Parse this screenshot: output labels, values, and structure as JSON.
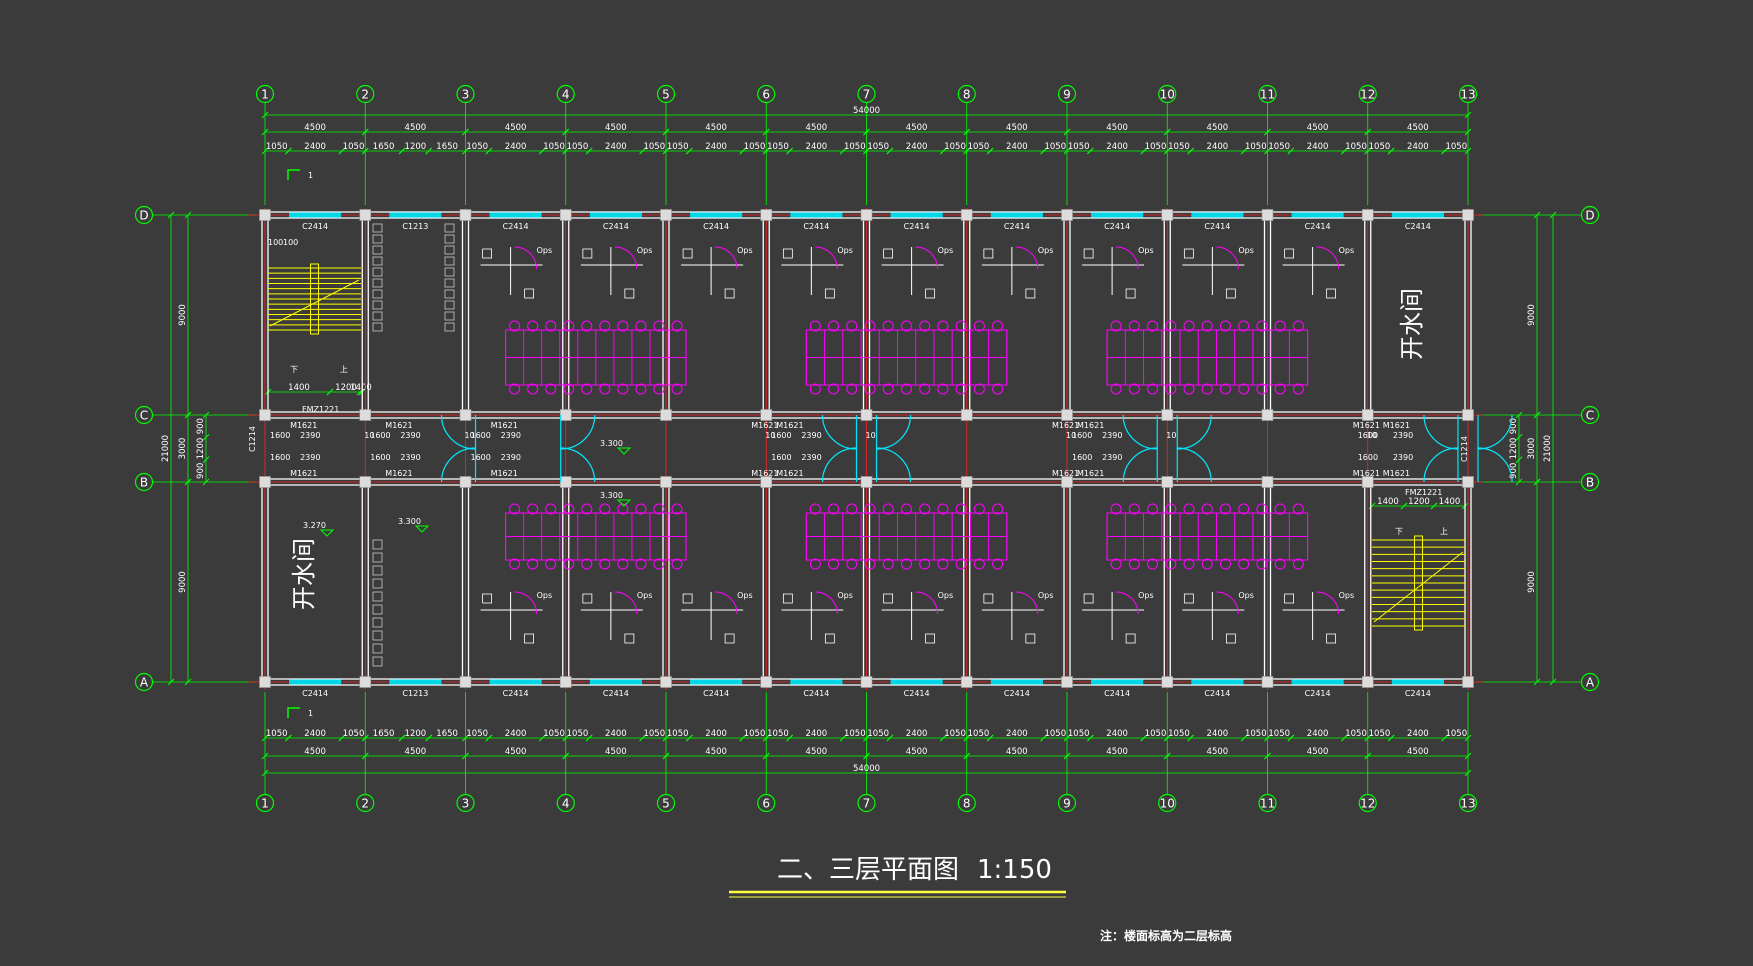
{
  "drawing": {
    "title": "二、三层平面图",
    "scale": "1:150",
    "note": "注：楼面标高为二层标高",
    "colors": {
      "background": "#3b3b3b",
      "dimension": "#00ff00",
      "wall": "#ffffff",
      "grid_line": "#ff2020",
      "furniture": "#ff00ff",
      "window": "#00d8e8",
      "door": "#00e8ff",
      "stair": "#ffff00",
      "title_underline": "#ffff40"
    }
  },
  "axes": {
    "columns": [
      "1",
      "2",
      "3",
      "4",
      "5",
      "6",
      "7",
      "8",
      "9",
      "10",
      "11",
      "12",
      "13"
    ],
    "rows": [
      "D",
      "C",
      "B",
      "A"
    ]
  },
  "dimensions": {
    "total_length": "54000",
    "bay": "4500",
    "sub_regular": [
      "1050",
      "2400",
      "1050"
    ],
    "sub_bay2": [
      "1650",
      "1200",
      "1650"
    ],
    "left_outer": "21000",
    "left_inner": [
      "9000",
      "3000",
      "9000"
    ],
    "corridor_split": [
      "900",
      "1200",
      "900"
    ],
    "stair_top": [
      "1400",
      "1200",
      "1400"
    ],
    "wall_offset": "100"
  },
  "labels": {
    "window_main": "C2414",
    "window_wc": "C1213",
    "window_end": "C1214",
    "door": "M1621",
    "fire_door": "FMZ1221",
    "water_room": "开水间",
    "section_mark": "1",
    "stair_up": "上",
    "stair_down": "下",
    "door_dim_a": "1600",
    "door_dim_b": "2390",
    "door_dim_c": "10",
    "elev_floor": "3.300",
    "elev_wc": "3.270",
    "ops_label": "Ops"
  }
}
